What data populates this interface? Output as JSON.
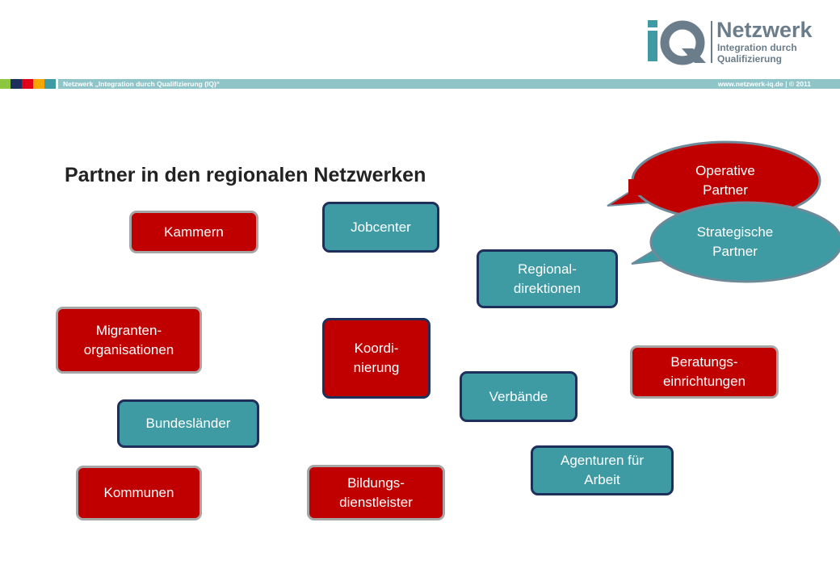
{
  "header": {
    "left_text": "Netzwerk „Integration durch Qualifizierung (IQ)“",
    "right_text": "www.netzwerk-iq.de  |  © 2011",
    "bar_color": "#8fc4c8",
    "squares": [
      "#8dc63f",
      "#1f2f5c",
      "#e2001a",
      "#f7a600",
      "#3e9ba4",
      "#ffffff"
    ]
  },
  "logo": {
    "mark": "iQ",
    "name": "Netzwerk",
    "subtitle_line1": "Integration durch",
    "subtitle_line2": "Qualifizierung"
  },
  "title": "Partner in den regionalen Netzwerken",
  "legend": {
    "operative": "Operative\nPartner",
    "strategic": "Strategische\nPartner"
  },
  "colors": {
    "operative": "#c00000",
    "strategic": "#3e9ba4"
  },
  "partners": {
    "kammern": "Kammern",
    "jobcenter": "Jobcenter",
    "regionaldirektionen": "Regional-\ndirektionen",
    "migrantenorganisationen": "Migranten-\norganisationen",
    "koordinierung": "Koordi-\nnierung",
    "beratungseinrichtungen": "Beratungs-\neinrichtungen",
    "verbaende": "Verbände",
    "bundeslaender": "Bundesländer",
    "agenturen": "Agenturen für\nArbeit",
    "kommunen": "Kommunen",
    "bildungsdienstleister": "Bildungs-\ndienstleister"
  }
}
